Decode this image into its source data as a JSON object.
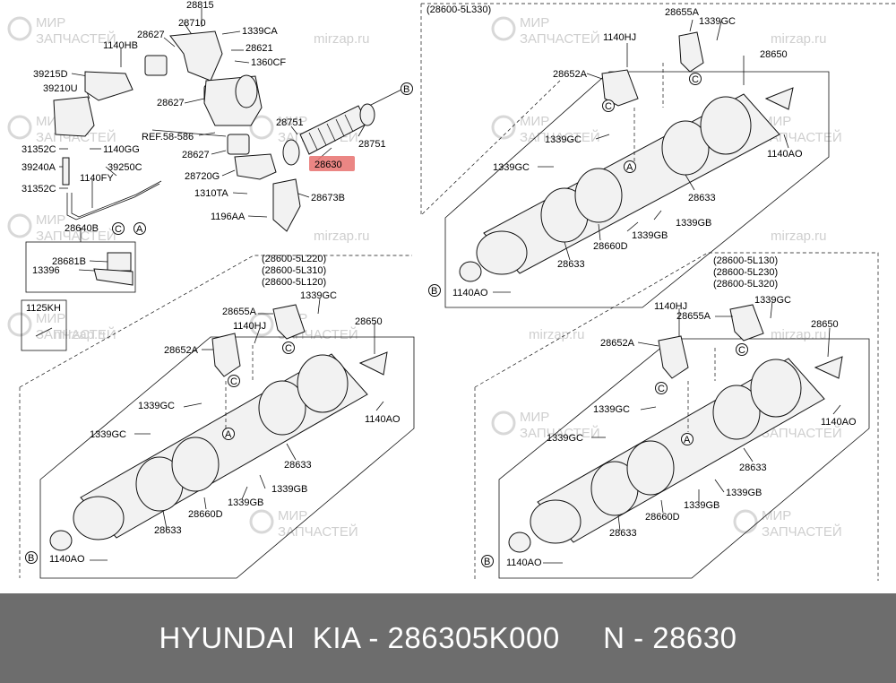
{
  "watermark": {
    "line1": "МИР",
    "line2": "ЗАПЧАСТЕЙ",
    "site": "mirzap.ru"
  },
  "highlight_color": "#e8716f",
  "top_left": {
    "labels": [
      "28815",
      "28710",
      "28627",
      "1339CA",
      "1140HB",
      "28621",
      "1360CF",
      "39215D",
      "39210U",
      "28627",
      "28751",
      "28751",
      "REF.58-586",
      "28630",
      "28627",
      "31352C",
      "1140GG",
      "39240A",
      "39250C",
      "28720G",
      "1140FY",
      "31352C",
      "1310TA",
      "28673B",
      "1196AA",
      "28640B",
      "28681B",
      "13396",
      "1125KH"
    ],
    "highlighted_part": "28630"
  },
  "top_right": {
    "variant": "(28600-5L330)",
    "labels": [
      "28655A",
      "1339GC",
      "1140HJ",
      "28650",
      "28652A",
      "1339GC",
      "1140AO",
      "1339GC",
      "28633",
      "1339GB",
      "1339GB",
      "28660D",
      "28633",
      "1140AO"
    ]
  },
  "bottom_left": {
    "variants": [
      "(28600-5L220)",
      "(28600-5L310)",
      "(28600-5L120)"
    ],
    "labels": [
      "1339GC",
      "28655A",
      "1140HJ",
      "28650",
      "28652A",
      "1339GC",
      "1140AO",
      "1339GC",
      "28633",
      "1339GB",
      "1339GB",
      "28660D",
      "28633",
      "1140AO"
    ]
  },
  "bottom_right": {
    "variants": [
      "(28600-5L130)",
      "(28600-5L230)",
      "(28600-5L320)"
    ],
    "labels": [
      "1140HJ",
      "28655A",
      "1339GC",
      "28650",
      "28652A",
      "1339GC",
      "1140AO",
      "1339GC",
      "28633",
      "1339GB",
      "1339GB",
      "28660D",
      "28633",
      "1140AO"
    ]
  },
  "callouts": {
    "a": "A",
    "b": "B",
    "c": "C"
  },
  "footer": {
    "text": "HYUNDAI  KIA - 286305K000     N - 28630"
  }
}
